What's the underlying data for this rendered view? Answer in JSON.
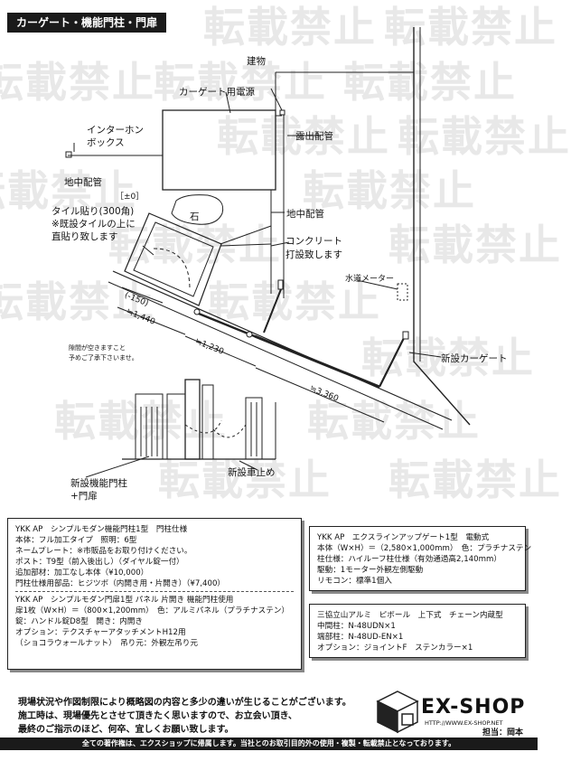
{
  "header": {
    "title": "カーゲート・機能門柱・門扉"
  },
  "watermark": {
    "text": "転載禁止"
  },
  "drawing": {
    "building": "建物",
    "car_gate_power": "カーゲート用電源",
    "exposed_pipe": "露出配管",
    "intercom_line1": "インターホン",
    "intercom_line2": "ボックス",
    "underground_pipe_left": "地中配管",
    "level": "［±0］",
    "stone": "石",
    "underground_pipe_right": "地中配管",
    "tile_line1": "タイル貼り(300角)",
    "tile_line2": "※既設タイルの上に",
    "tile_line3": "直貼り致します",
    "concrete_line1": "コンクリート",
    "concrete_line2": "打設致します",
    "water_meter": "水道メーター",
    "dim_150": "(-150)",
    "dim_1440": "≒1,440",
    "dim_1230": "≒1,230",
    "dim_3360": "≒3,360",
    "gap_note_line1": "隙間が空きますこと",
    "gap_note_line2": "予めご了承下さいませ。",
    "new_car_gate": "新設カーゲート",
    "new_post_line1": "新設機能門柱",
    "new_post_line2": "+門扉",
    "new_stopper": "新設車止め"
  },
  "spec_left": {
    "lines": [
      "YKK AP　シンプルモダン機能門柱1型　門柱仕様",
      "本体：フル加工タイプ　照明：6型",
      "ネームプレート：※市販品をお取り付けください。",
      "ポスト：T9型（前入後出し）（ダイヤル錠一付）",
      "追加部材：加工なし本体（¥10,000）",
      "門柱仕様用部品：ヒジツボ（内開き用・片開き）（¥7,400）"
    ],
    "lines2": [
      "YKK AP　シンプルモダン門扉1型 パネル 片開き 機能門柱使用",
      "扉1枚（W×H）＝（800×1,200mm）　色：アルミパネル（プラチナステン）",
      "錠：ハンドル錠D8型　開き：内開き",
      "オプション：テクスチャーアタッチメントH12用",
      "（ショコラウォールナット）　吊り元：外観左吊り元"
    ]
  },
  "spec_right_top": {
    "lines": [
      "YKK AP　エクスラインアップゲート1型　電動式",
      "本体（W×H）＝（2,580×1,000mm）　色：プラチナステン",
      "柱仕様：ハイルーフ柱仕様（有効通過高2,140mm）",
      "駆動：1モーター外観左側駆動",
      "リモコン：標準1個入"
    ]
  },
  "spec_right_bottom": {
    "lines": [
      "三協立山アルミ　ピボール　上下式　チェーン内蔵型",
      "中間柱：N-48UDN×1",
      "端部柱：N-48UD-EN×1",
      "オプション：ジョイントF　ステンカラー×1"
    ]
  },
  "notice": {
    "line1": "現場状況や作図制限により概略図の内容と多少の違いが生じることがございます。",
    "line2": "施工時は、現場優先とさせて頂きたく思いますので、お立会い頂き、",
    "line3": "最終のご指示のほど、何卒、宜しくお願い致します。"
  },
  "logo": {
    "name": "EX-SHOP",
    "url": "HTTP://WWW.EX-SHOP.NET"
  },
  "person": "担当：岡本",
  "footer": "全ての著作権は、エクスショップに帰属します。当社とのお取引目的外の使用・複製・転載禁止となっております。"
}
